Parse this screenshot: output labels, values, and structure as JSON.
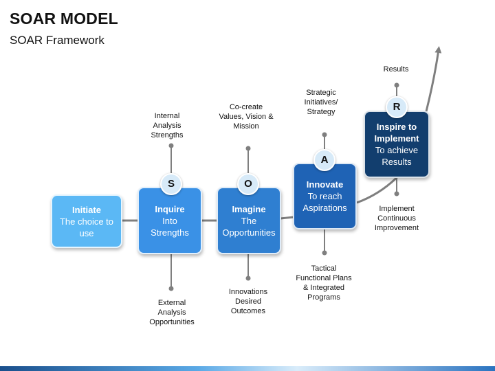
{
  "header": {
    "title": "SOAR MODEL",
    "subtitle": "SOAR Framework"
  },
  "colors": {
    "initiate": "#5bb8f5",
    "inquire": "#3a91e6",
    "imagine": "#2f7fd1",
    "innovate": "#1f63b5",
    "inspire": "#123e6e",
    "connector": "#7f7f7f"
  },
  "boxes": {
    "initiate": {
      "title": "Initiate",
      "line1": "The choice to",
      "line2": "use"
    },
    "inquire": {
      "title": "Inquire",
      "line1": "Into",
      "line2": "Strengths"
    },
    "imagine": {
      "title": "Imagine",
      "line1": "The",
      "line2": "Opportunities"
    },
    "innovate": {
      "title": "Innovate",
      "line1": "To reach",
      "line2": "Aspirations"
    },
    "inspire": {
      "title1": "Inspire to",
      "title2": "Implement",
      "line1": "To achieve",
      "line2": "Results"
    }
  },
  "letters": {
    "s": "S",
    "o": "O",
    "a": "A",
    "r": "R"
  },
  "notes": {
    "s_top": [
      "Internal",
      "Analysis",
      "Strengths"
    ],
    "s_bottom": [
      "External",
      "Analysis",
      "Opportunities"
    ],
    "o_top": [
      "Co-create",
      "Values, Vision &",
      "Mission"
    ],
    "o_bottom": [
      "Innovations",
      "Desired",
      "Outcomes"
    ],
    "a_top": [
      "Strategic",
      "Initiatives/",
      "Strategy"
    ],
    "a_bottom": [
      "Tactical",
      "Functional Plans",
      "& Integrated",
      "Programs"
    ],
    "r_top": [
      "Results"
    ],
    "r_bottom": [
      "Implement",
      "Continuous",
      "Improvement"
    ]
  }
}
